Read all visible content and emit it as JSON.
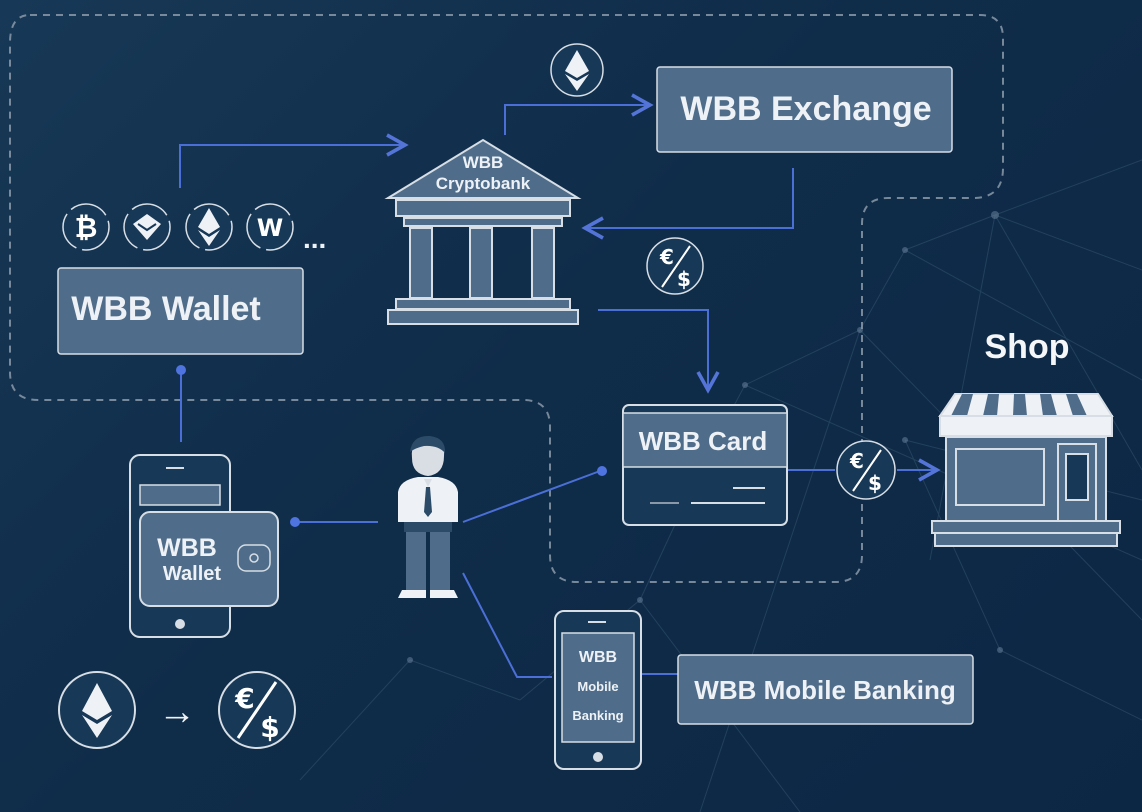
{
  "labels": {
    "wbb_exchange": "WBB Exchange",
    "cryptobank_line1": "WBB",
    "cryptobank_line2": "Cryptobank",
    "wbb_wallet": "WBB Wallet",
    "ellipsis": "...",
    "shop": "Shop",
    "wbb_card": "WBB Card",
    "phone_wallet_line1": "WBB",
    "phone_wallet_line2": "Wallet",
    "mobile_line1": "WBB",
    "mobile_line2": "Mobile",
    "mobile_line3": "Banking",
    "wbb_mobile_banking": "WBB Mobile Banking"
  },
  "icons": {
    "bitcoin": "bitcoin-icon",
    "waves": "waves-coin-icon",
    "ethereum": "ethereum-icon",
    "wcoin": "w-coin-icon",
    "fiat": "euro-dollar-icon"
  },
  "glyphs": {
    "bitcoin": "₿",
    "wcoin": "W",
    "euro": "€",
    "dollar": "$",
    "arrow": "→"
  },
  "colors": {
    "background": "#0f2c49",
    "box_fill": "#4f6d8a",
    "box_stroke": "#c9d3dd",
    "flow_line": "#4b6fd6",
    "dashed_region": "#8a99a8"
  }
}
